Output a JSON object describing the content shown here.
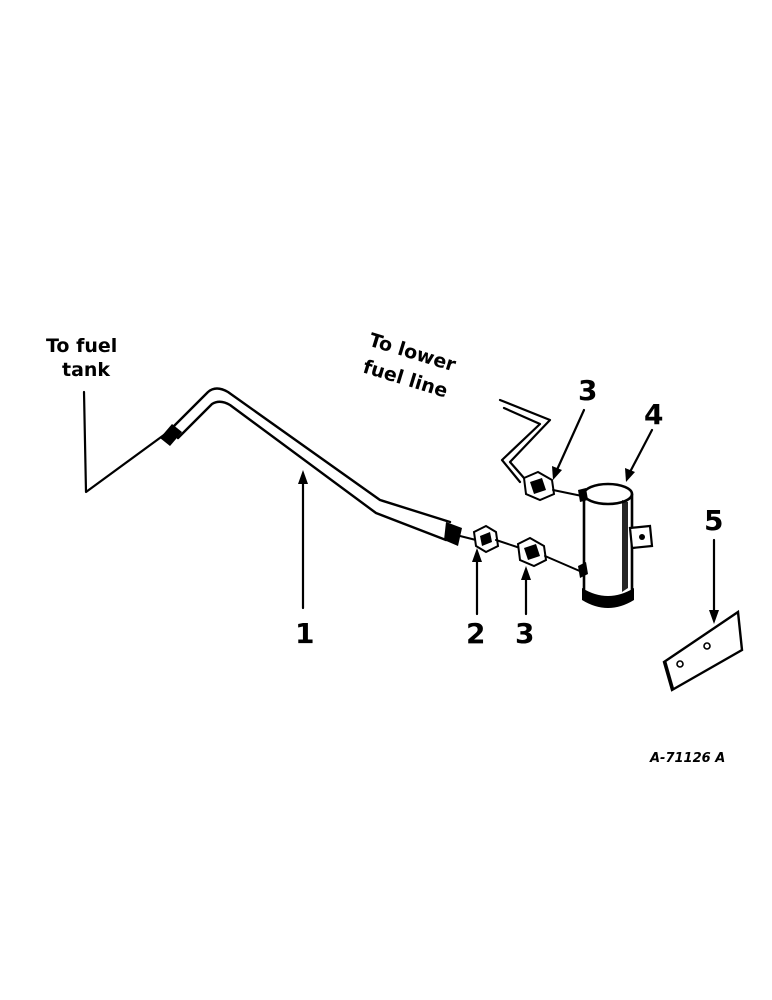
{
  "callouts": {
    "fuel_tank": [
      "To fuel",
      "tank"
    ],
    "lower_fuel_line": [
      "To lower",
      "fuel line"
    ]
  },
  "parts": [
    {
      "number": "1"
    },
    {
      "number": "2"
    },
    {
      "number": "3"
    },
    {
      "number": "3"
    },
    {
      "number": "4"
    },
    {
      "number": "5"
    }
  ],
  "figure_ref": "A-71126 A"
}
